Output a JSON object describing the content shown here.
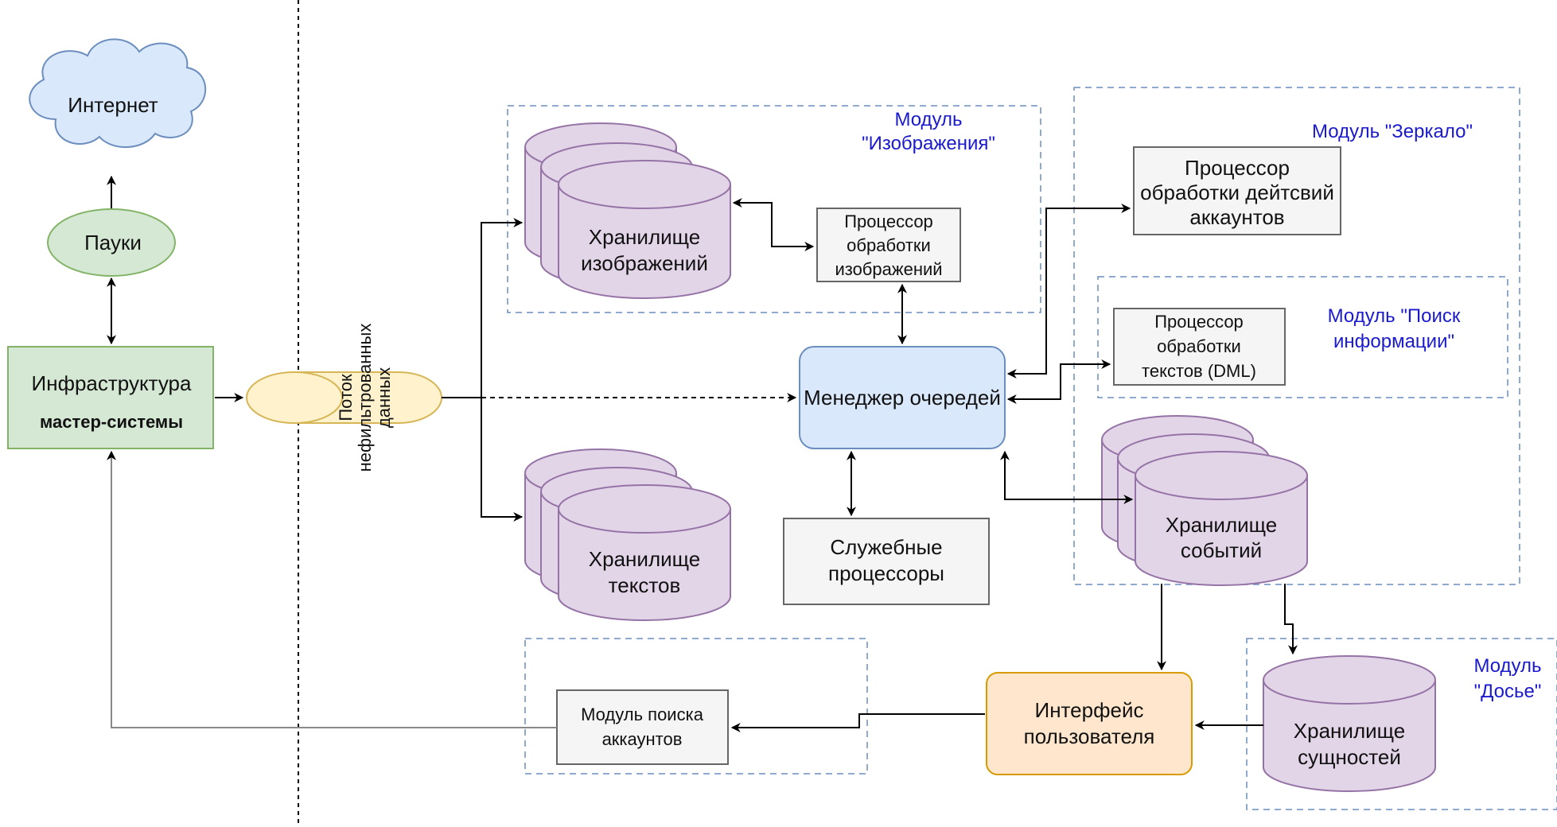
{
  "internet": "Интернет",
  "spiders": "Пауки",
  "infrastructure": {
    "line1": "Инфраструктура",
    "line2": "мастер-системы"
  },
  "stream": {
    "line1": "Поток",
    "line2": "нефильтрованных",
    "line3": "данных"
  },
  "module_images": {
    "line1": "Модуль",
    "line2": "\"Изображения\""
  },
  "image_storage": {
    "line1": "Хранилище",
    "line2": "изображений"
  },
  "image_processor": {
    "line1": "Процессор",
    "line2": "обработки",
    "line3": "изображений"
  },
  "module_mirror": "Модуль \"Зеркало\"",
  "account_processor": {
    "line1": "Процессор",
    "line2": "обработки дейтсвий",
    "line3": "аккаунтов"
  },
  "module_search": {
    "line1": "Модуль \"Поиск",
    "line2": "информации\""
  },
  "text_processor": {
    "line1": "Процессор",
    "line2": "обработки",
    "line3": "текстов (DML)"
  },
  "queue_manager": "Менеджер очередей",
  "text_storage": {
    "line1": "Хранилище",
    "line2": "текстов"
  },
  "service_processors": {
    "line1": "Служебные",
    "line2": "процессоры"
  },
  "event_storage": {
    "line1": "Хранилище",
    "line2": "событий"
  },
  "module_dossier": {
    "line1": "Модуль",
    "line2": "\"Досье\""
  },
  "entity_storage": {
    "line1": "Хранилище",
    "line2": "сущностей"
  },
  "user_interface": {
    "line1": "Интерфейс",
    "line2": "пользователя"
  },
  "account_search": {
    "line1": "Модуль поиска",
    "line2": "аккаунтов"
  },
  "colors": {
    "cloud_fill": "#dae8fc",
    "cloud_stroke": "#6c8ebf",
    "green_fill": "#d5e8d4",
    "green_stroke": "#82b366",
    "purple_fill": "#e1d5e7",
    "purple_stroke": "#9673a6",
    "yellow_fill": "#fff2cc",
    "yellow_stroke": "#d6b656",
    "blue_fill": "#dae8fc",
    "orange_fill": "#ffe6cc",
    "orange_stroke": "#d79b00",
    "gray_fill": "#f5f5f5",
    "gray_stroke": "#666666",
    "module_dash": "#6c8ebf",
    "module_text": "#1a1acc"
  }
}
